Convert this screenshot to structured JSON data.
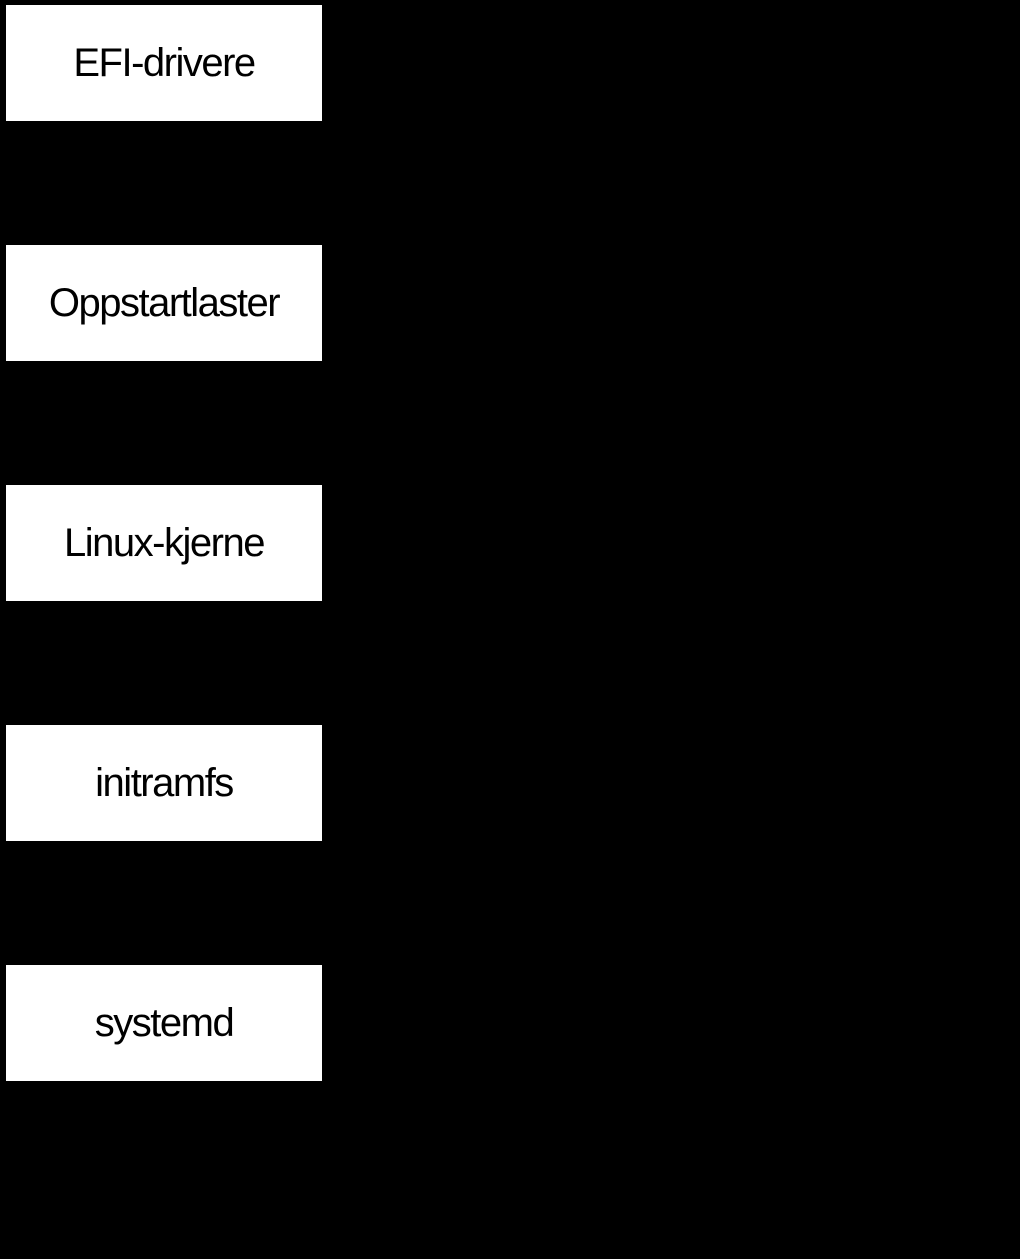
{
  "diagram": {
    "type": "flowchart",
    "orientation": "top-down",
    "background_color": "#000000",
    "node_fill_color": "#ffffff",
    "node_text_color": "#000000",
    "nodes": [
      {
        "id": "efi-drivere",
        "label": "EFI-drivere"
      },
      {
        "id": "oppstartlaster",
        "label": "Oppstartlaster"
      },
      {
        "id": "linux-kjerne",
        "label": "Linux-kjerne"
      },
      {
        "id": "initramfs",
        "label": "initramfs"
      },
      {
        "id": "systemd",
        "label": "systemd"
      }
    ]
  }
}
